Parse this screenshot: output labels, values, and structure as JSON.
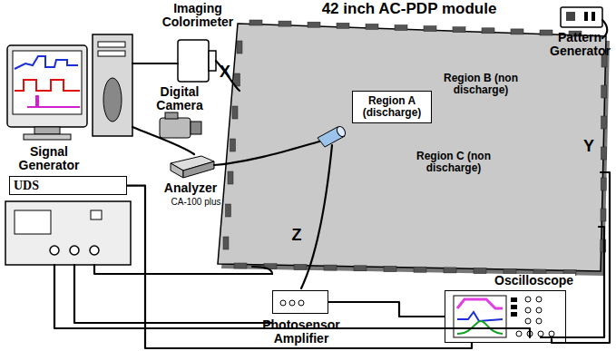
{
  "diagram": {
    "nodes": [
      {
        "text": [
          "42 inch AC-PDP module"
        ]
      },
      {
        "text": [
          "Region A (discharge)"
        ],
        "in": 0
      },
      {
        "text": [
          "UDS"
        ]
      },
      {
        "text": [
          "Photosensor Amplifier"
        ]
      },
      {
        "text": [
          "Oscilloscope"
        ]
      }
    ],
    "edges": [
      {
        "from": 3,
        "to": 4,
        "arrow": "none"
      },
      {
        "from": 2,
        "to": 4,
        "arrow": "none"
      }
    ],
    "labels": [
      "Imaging Colorimeter",
      "X",
      "Region B (non discharge)",
      "Region C (non discharge)",
      "Signal Generator",
      "Digital Camera",
      "Analyzer",
      "CA-100 plus",
      "Pattern Generator",
      "Y",
      "Z"
    ]
  }
}
